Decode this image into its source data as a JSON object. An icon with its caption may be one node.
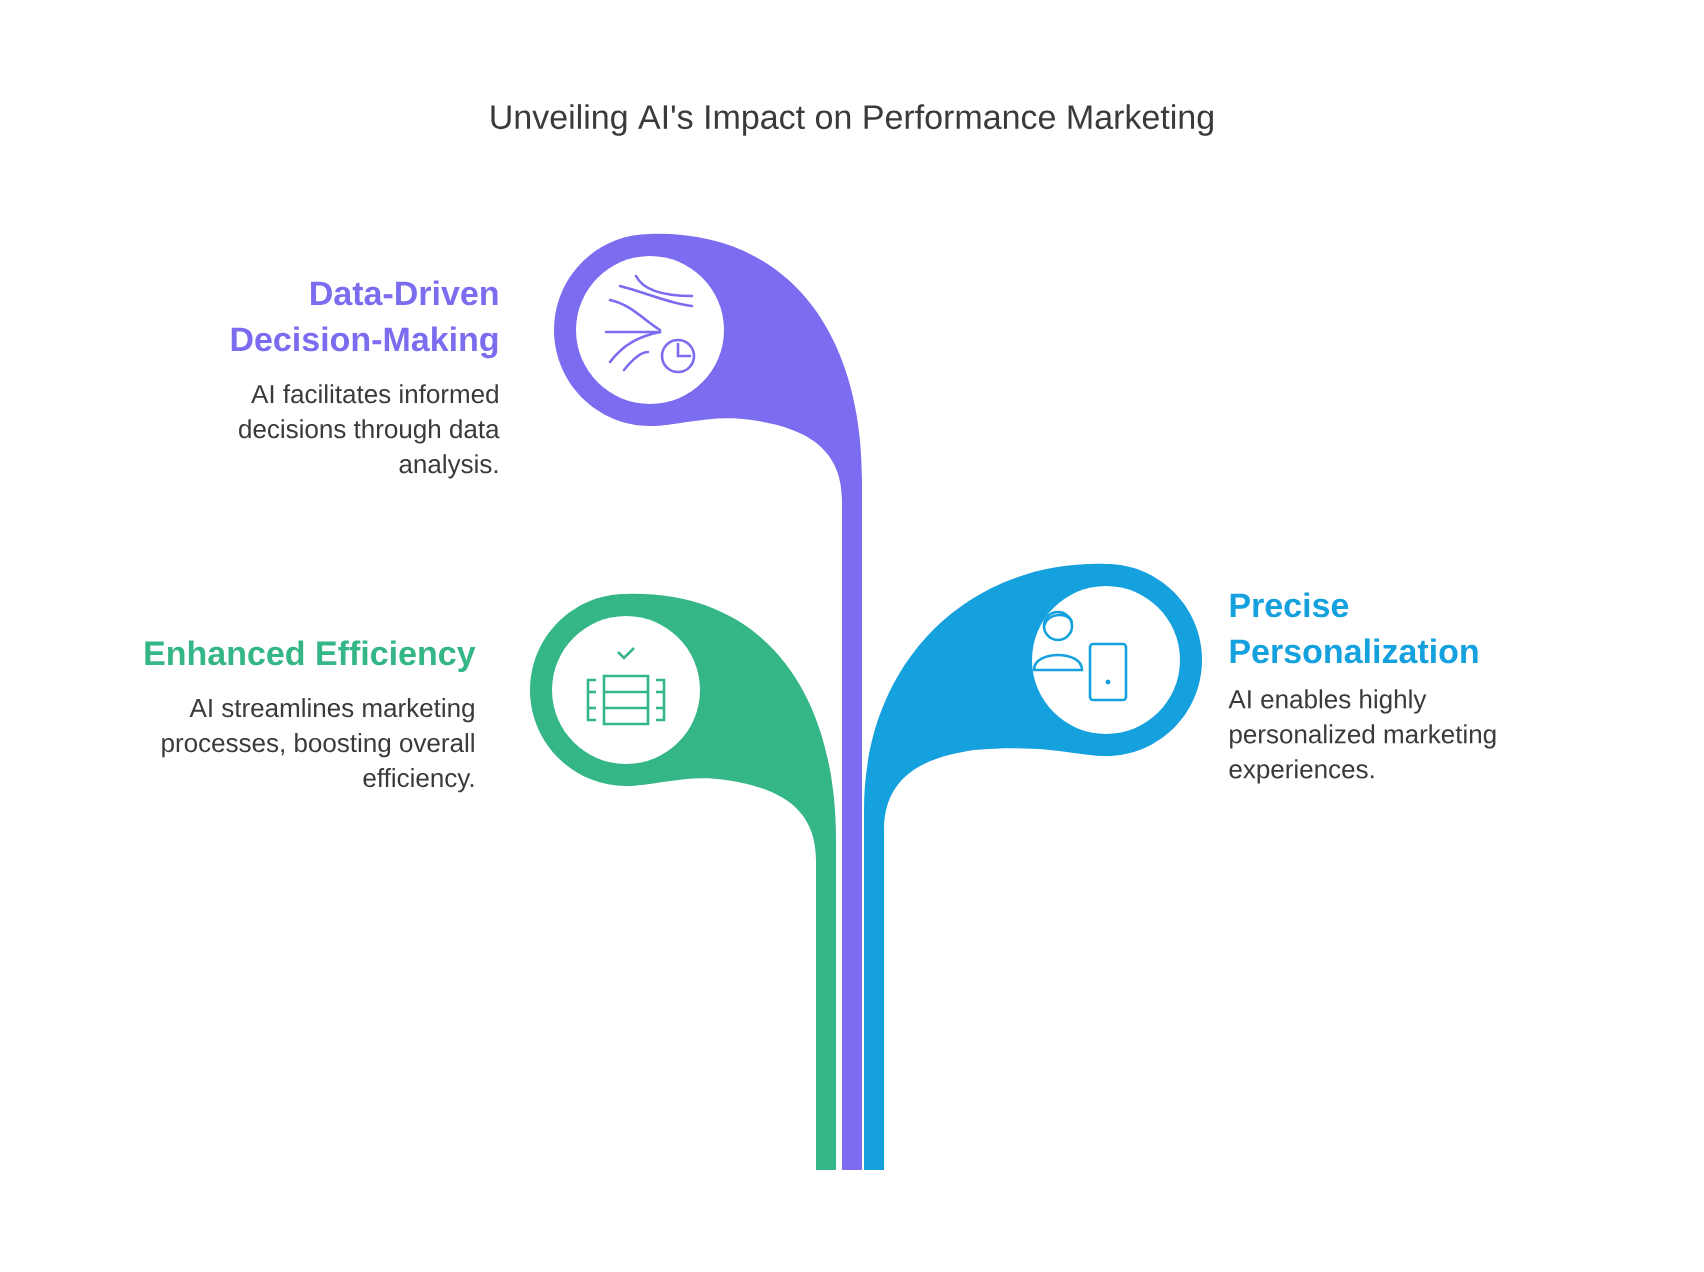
{
  "diagram": {
    "title": "Unveiling AI's Impact on Performance Marketing",
    "nodes": [
      {
        "text": [
          "Data-Driven Decision-Making",
          "AI facilitates informed decisions through data analysis."
        ]
      },
      {
        "text": [
          "Enhanced Efficiency",
          "AI streamlines marketing processes, boosting overall efficiency."
        ]
      },
      {
        "text": [
          "Precise Personalization",
          "AI enables highly personalized marketing experiences."
        ]
      }
    ]
  }
}
